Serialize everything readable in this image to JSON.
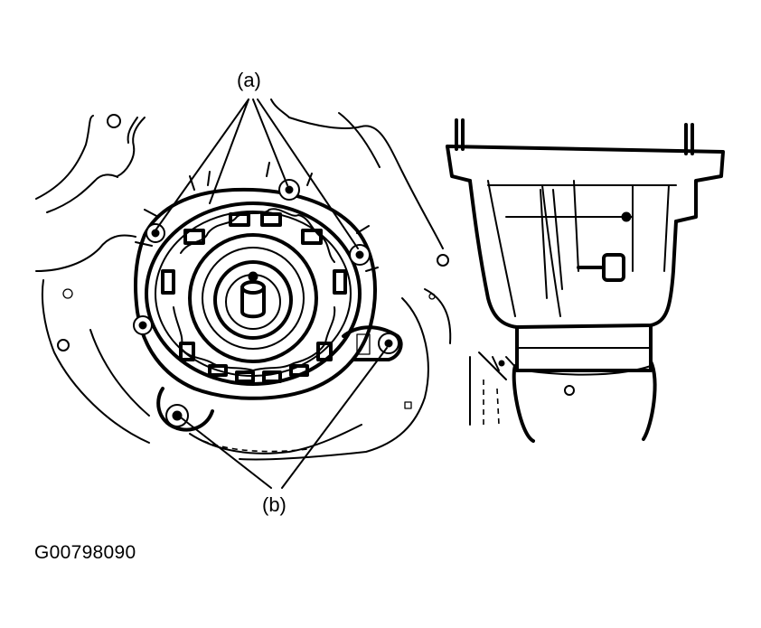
{
  "diagram": {
    "callouts": {
      "a": "(a)",
      "b": "(b)"
    },
    "figure_id": "G00798090"
  }
}
